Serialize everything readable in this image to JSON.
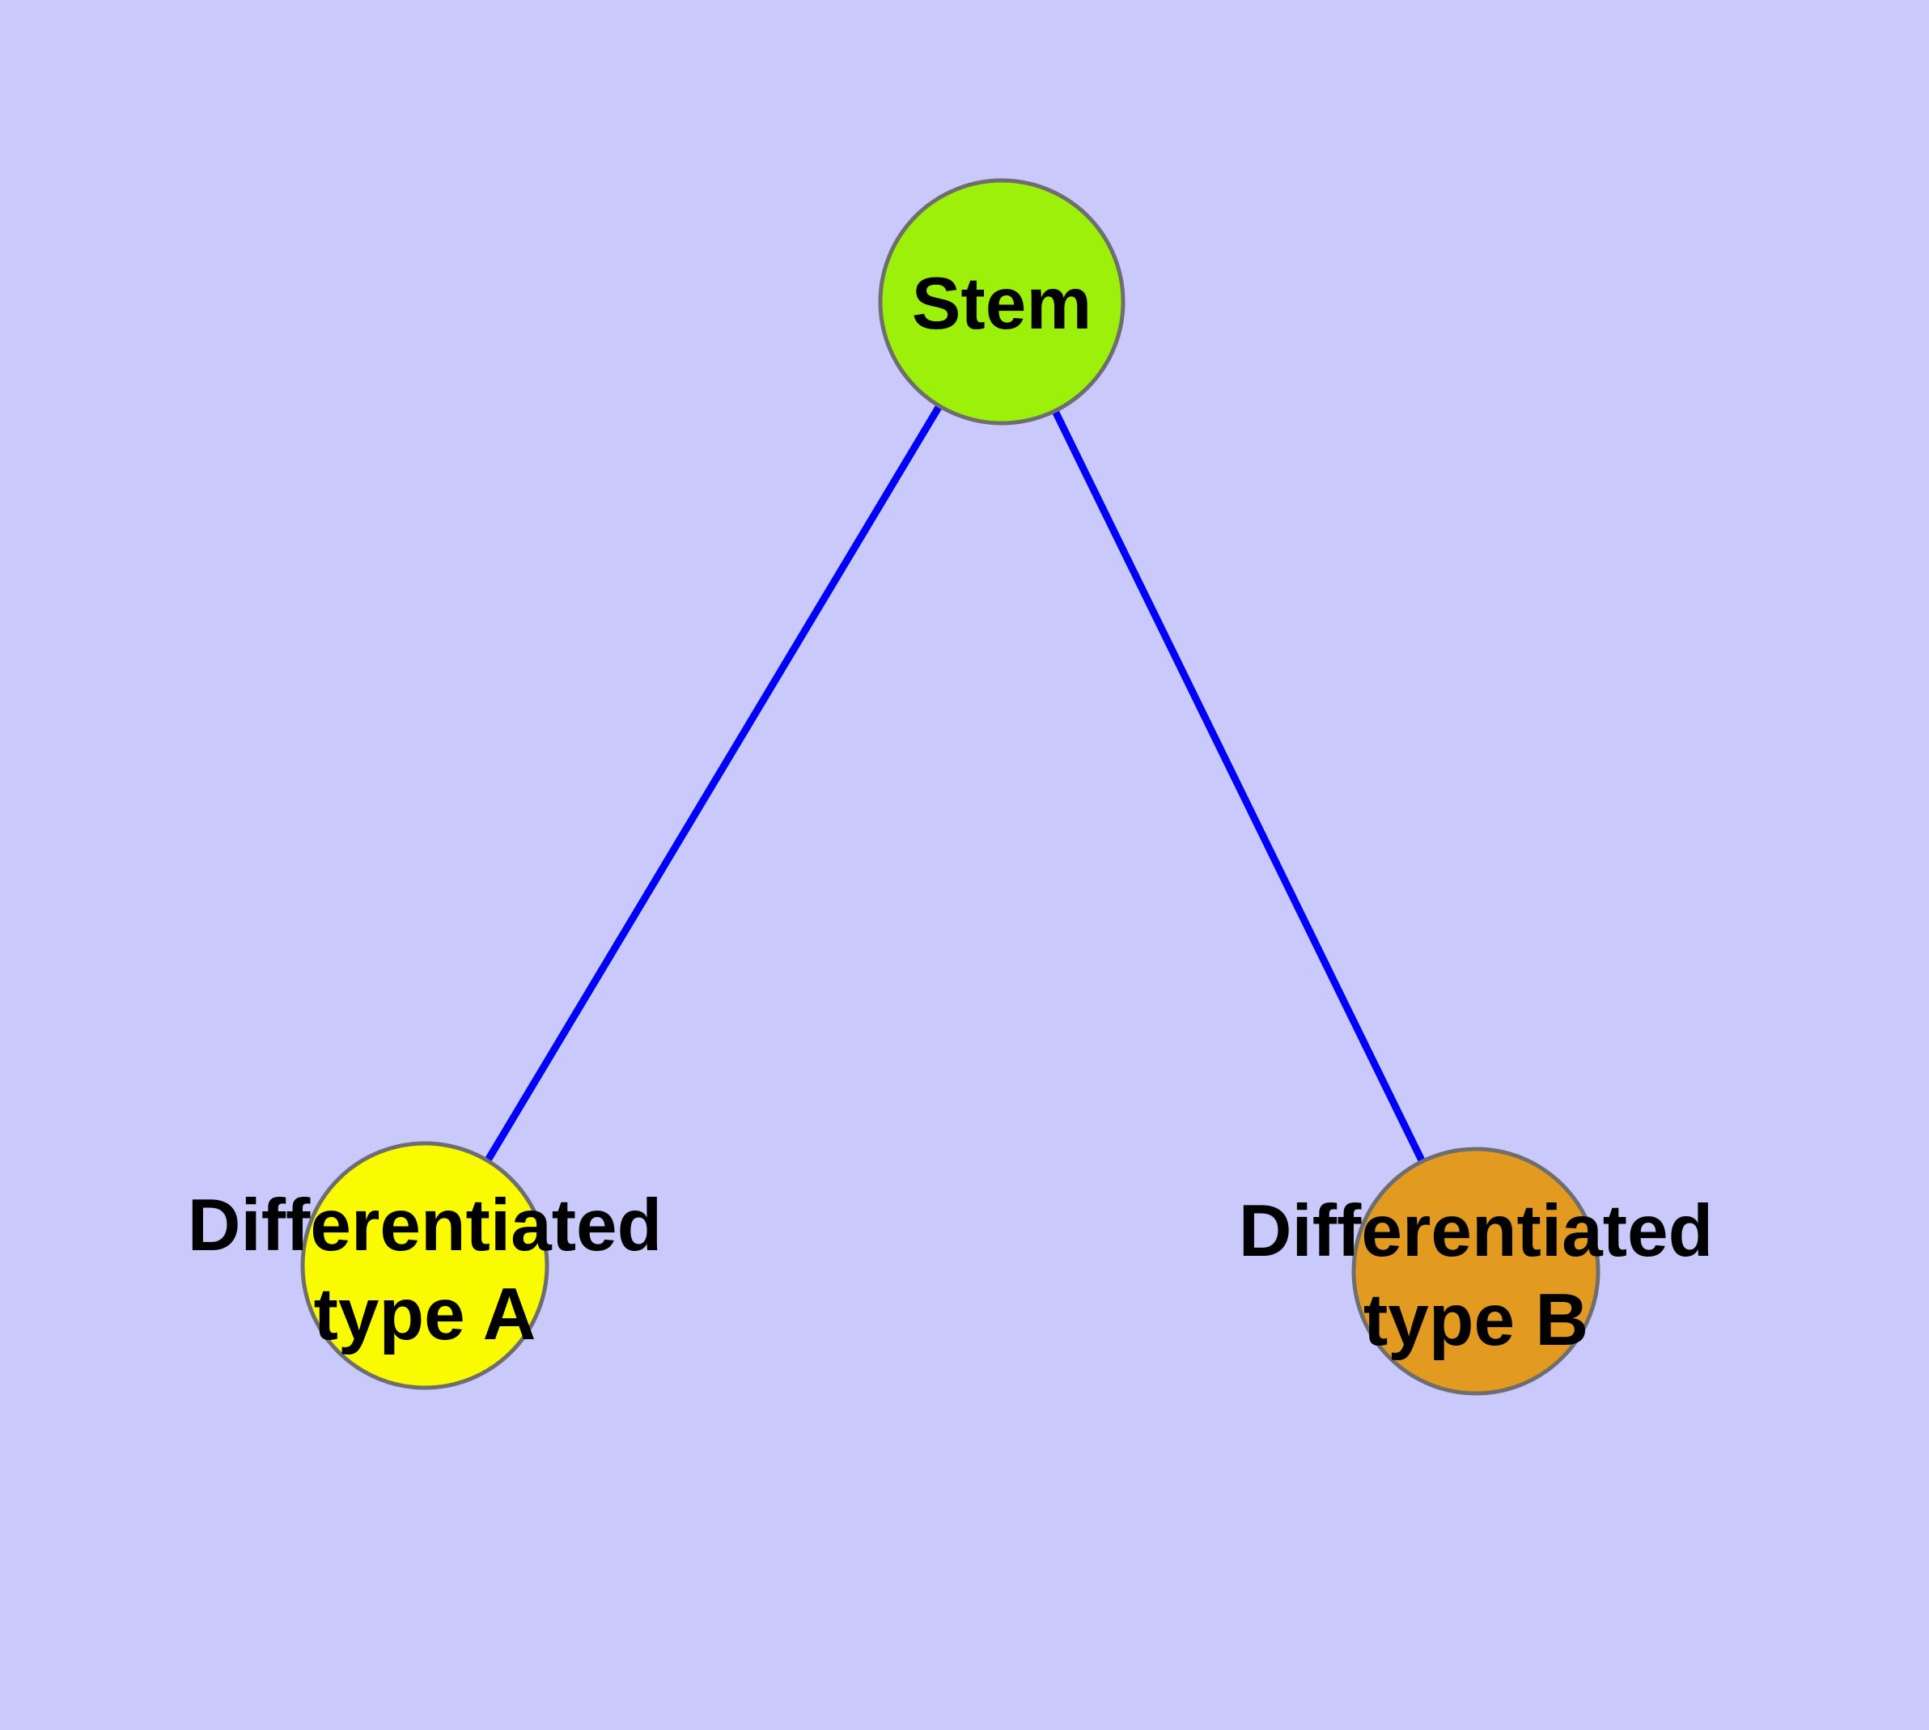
{
  "colors": {
    "background": "#C9C9FB",
    "edge": "#0000FA",
    "node_border": "#6E6E6E",
    "label_text": "#000000"
  },
  "diagram": {
    "type": "graph",
    "description": "Cell differentiation hierarchy: one stem node connected to two differentiated type nodes",
    "nodes": [
      {
        "id": "stem",
        "label": "Stem",
        "label_lines": [
          "Stem"
        ],
        "fill": "#9CF00A"
      },
      {
        "id": "differentiated-type-a",
        "label": "Differentiated type A",
        "label_lines": [
          "Differentiated",
          "type A"
        ],
        "fill": "#FBFB00"
      },
      {
        "id": "differentiated-type-b",
        "label": "Differentiated type B",
        "label_lines": [
          "Differentiated",
          "type B"
        ],
        "fill": "#E29A20"
      }
    ],
    "edges": [
      {
        "from": "stem",
        "to": "differentiated-type-a"
      },
      {
        "from": "stem",
        "to": "differentiated-type-b"
      }
    ]
  }
}
